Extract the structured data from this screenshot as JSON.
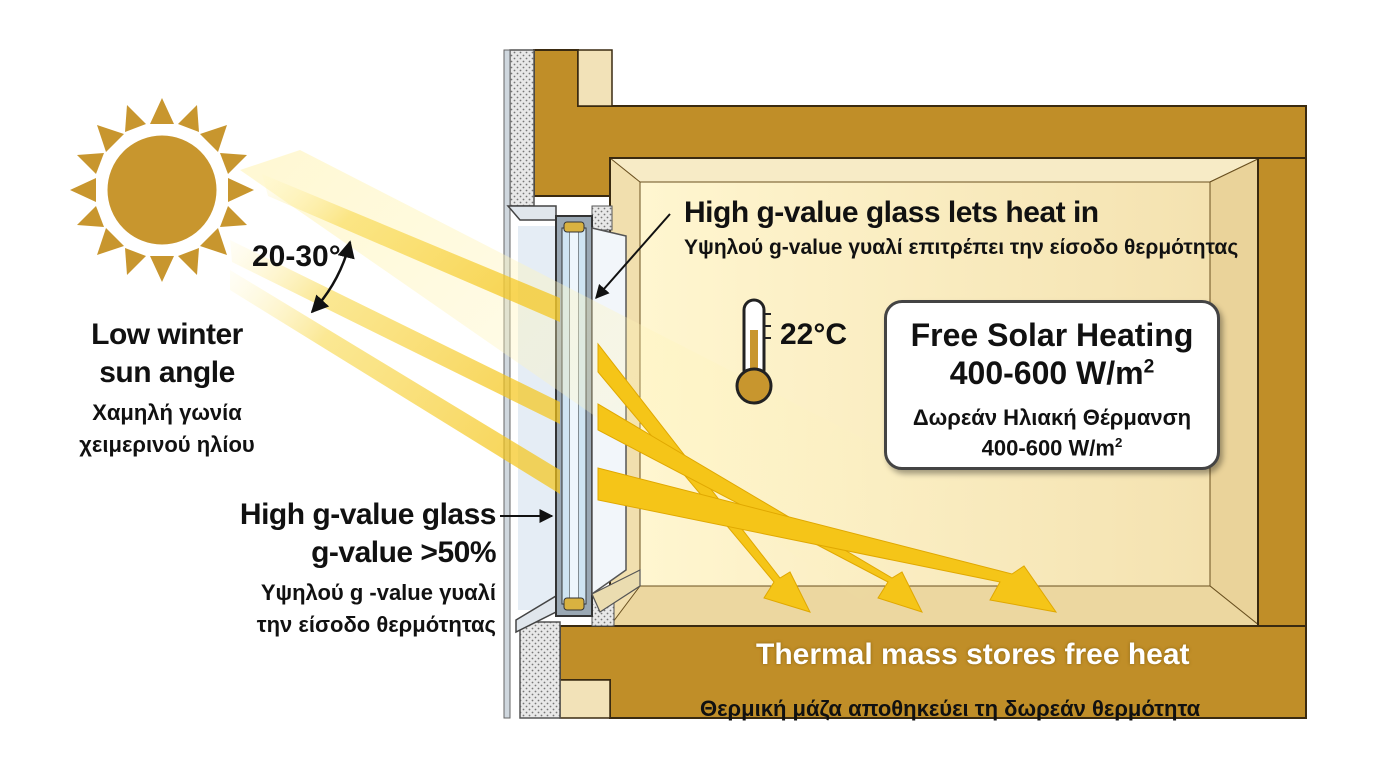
{
  "sun": {
    "angle_label": "20-30°",
    "en_line1": "Low winter",
    "en_line2": "sun angle",
    "gr_line1": "Χαμηλή γωνία",
    "gr_line2": "χειμερινού ηλίου"
  },
  "glass": {
    "en_line1": "High g-value glass",
    "en_line2": "g-value >50%",
    "gr_line1": "Υψηλού g -value γυαλί",
    "gr_line2": "την είσοδο θερμότητας"
  },
  "heat_in": {
    "en": "High g-value glass lets heat in",
    "gr": "Υψηλού g-value γυαλί επιτρέπει την είσοδο θερμότητας"
  },
  "thermometer": {
    "temperature": "22°C"
  },
  "callout": {
    "en_title": "Free Solar Heating",
    "en_value": "400-600 W/m",
    "en_exp": "2",
    "gr_title": "Δωρεάν Ηλιακή Θέρμανση",
    "gr_value": "400-600 W/m",
    "gr_exp": "2"
  },
  "thermal_mass": {
    "en": "Thermal mass stores free heat",
    "gr": "Θερμική μάζα αποθηκεύει τη δωρεάν θερμότητα"
  },
  "colors": {
    "wall": "#c08e28",
    "wall_outline": "#3a2a10",
    "room_light": "#fbf0c8",
    "sun_fill": "#c8962e",
    "sun_ray": "#f5c518",
    "glass": "#cfe4f2"
  }
}
